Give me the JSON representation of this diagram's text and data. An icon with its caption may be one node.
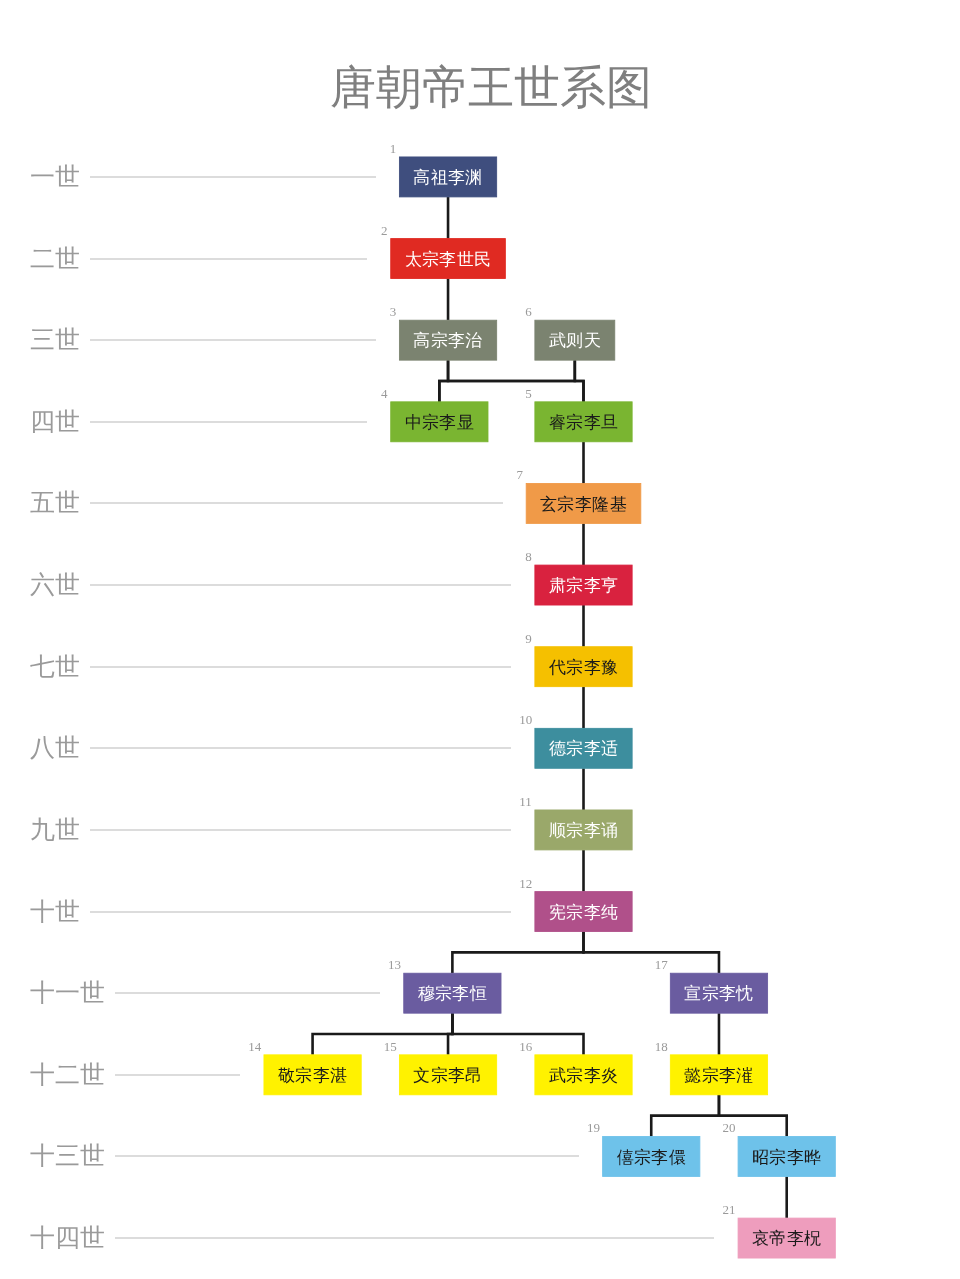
{
  "diagram": {
    "title": "唐朝帝王世系图",
    "nodes": [
      {
        "text": [
          "高祖李渊"
        ],
        "beside": [
          "1"
        ]
      },
      {
        "text": [
          "太宗李世民"
        ],
        "beside": [
          "2"
        ]
      },
      {
        "text": [
          "高宗李治"
        ],
        "beside": [
          "3"
        ]
      },
      {
        "text": [
          "武则天"
        ],
        "beside": [
          "6"
        ]
      },
      {
        "text": [
          "中宗李显"
        ],
        "beside": [
          "4"
        ]
      },
      {
        "text": [
          "睿宗李旦"
        ],
        "beside": [
          "5"
        ]
      },
      {
        "text": [
          "玄宗李隆基"
        ],
        "beside": [
          "7"
        ]
      },
      {
        "text": [
          "肃宗李亨"
        ],
        "beside": [
          "8"
        ]
      },
      {
        "text": [
          "代宗李豫"
        ],
        "beside": [
          "9"
        ]
      },
      {
        "text": [
          "德宗李适"
        ],
        "beside": [
          "10"
        ]
      },
      {
        "text": [
          "顺宗李诵"
        ],
        "beside": [
          "11"
        ]
      },
      {
        "text": [
          "宪宗李纯"
        ],
        "beside": [
          "12"
        ]
      },
      {
        "text": [
          "穆宗李恒"
        ],
        "beside": [
          "13"
        ]
      },
      {
        "text": [
          "宣宗李忱"
        ],
        "beside": [
          "17"
        ]
      },
      {
        "text": [
          "敬宗李湛"
        ],
        "beside": [
          "14"
        ]
      },
      {
        "text": [
          "文宗李昂"
        ],
        "beside": [
          "15"
        ]
      },
      {
        "text": [
          "武宗李炎"
        ],
        "beside": [
          "16"
        ]
      },
      {
        "text": [
          "懿宗李漼"
        ],
        "beside": [
          "18"
        ]
      },
      {
        "text": [
          "僖宗李儇"
        ],
        "beside": [
          "19"
        ]
      },
      {
        "text": [
          "昭宗李晔"
        ],
        "beside": [
          "20"
        ]
      },
      {
        "text": [
          "哀帝李柷"
        ],
        "beside": [
          "21"
        ]
      }
    ],
    "edges": [
      {
        "from": 0,
        "to": 1,
        "arrow": "none"
      },
      {
        "from": 1,
        "to": 2,
        "arrow": "none"
      },
      {
        "from": 2,
        "to": 4,
        "arrow": "none"
      },
      {
        "from": 2,
        "to": 5,
        "arrow": "none"
      },
      {
        "from": 3,
        "to": 4,
        "arrow": "none"
      },
      {
        "from": 3,
        "to": 5,
        "arrow": "none"
      },
      {
        "from": 5,
        "to": 6,
        "arrow": "none"
      },
      {
        "from": 6,
        "to": 7,
        "arrow": "none"
      },
      {
        "from": 7,
        "to": 8,
        "arrow": "none"
      },
      {
        "from": 8,
        "to": 9,
        "arrow": "none"
      },
      {
        "from": 9,
        "to": 10,
        "arrow": "none"
      },
      {
        "from": 10,
        "to": 11,
        "arrow": "none"
      },
      {
        "from": 11,
        "to": 12,
        "arrow": "none"
      },
      {
        "from": 11,
        "to": 13,
        "arrow": "none"
      },
      {
        "from": 12,
        "to": 14,
        "arrow": "none"
      },
      {
        "from": 12,
        "to": 15,
        "arrow": "none"
      },
      {
        "from": 12,
        "to": 16,
        "arrow": "none"
      },
      {
        "from": 13,
        "to": 17,
        "arrow": "none"
      },
      {
        "from": 17,
        "to": 18,
        "arrow": "none"
      },
      {
        "from": 17,
        "to": 19,
        "arrow": "none"
      },
      {
        "from": 19,
        "to": 20,
        "arrow": "none"
      }
    ],
    "labels": [
      "一世",
      "二世",
      "三世",
      "四世",
      "五世",
      "六世",
      "七世",
      "八世",
      "九世",
      "十世",
      "十一世",
      "十二世",
      "十三世",
      "十四世"
    ]
  }
}
